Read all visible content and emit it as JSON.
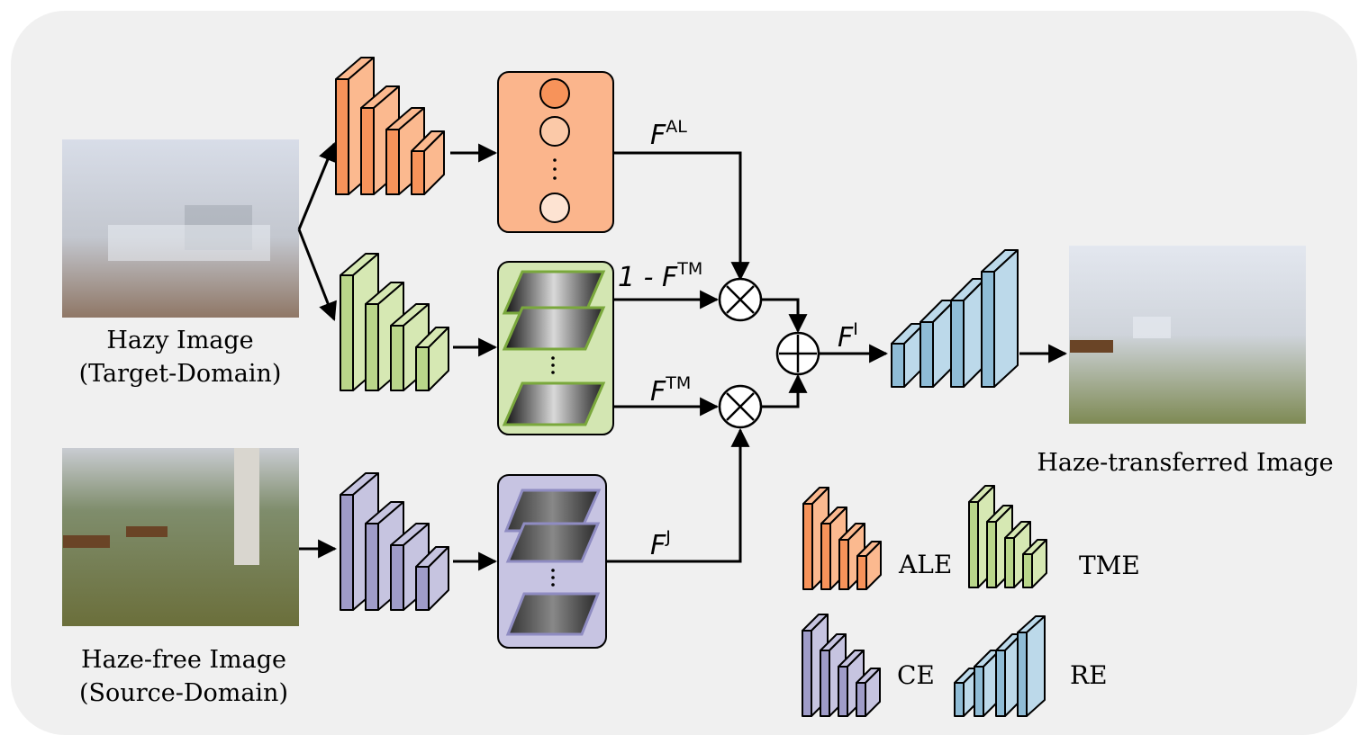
{
  "inputs": {
    "hazy_image": {
      "line1": "Hazy Image",
      "line2": "(Target-Domain)"
    },
    "hazefree_image": {
      "line1": "Haze-free Image",
      "line2": "(Source-Domain)"
    }
  },
  "output": {
    "label": "Haze-transferred Image"
  },
  "features": {
    "al": {
      "base": "F",
      "sup": "AL"
    },
    "one_minus_tm": {
      "prefix": "1 - ",
      "base": "F",
      "sup": "TM"
    },
    "tm": {
      "base": "F",
      "sup": "TM"
    },
    "j": {
      "base": "F",
      "sup": "J"
    },
    "i": {
      "base": "F",
      "sup": "I"
    }
  },
  "legend": {
    "ale": "ALE",
    "tme": "TME",
    "ce": "CE",
    "re": "RE"
  },
  "colors": {
    "panel_bg": "#f0f0f0",
    "ale_face": "#f7935a",
    "ale_side": "#fbb98f",
    "ale_box": "#fbb58c",
    "tme_face": "#b9d68a",
    "tme_side": "#d6e8b3",
    "tme_box": "#d3e6b2",
    "ce_face": "#9f9cc8",
    "ce_side": "#c6c4e0",
    "ce_box": "#c7c4e2",
    "re_face": "#8fbcd6",
    "re_side": "#bcd9ea"
  },
  "icons": [
    "multiply-icon",
    "multiply-icon",
    "add-icon",
    "vertical-ellipsis-icon"
  ]
}
